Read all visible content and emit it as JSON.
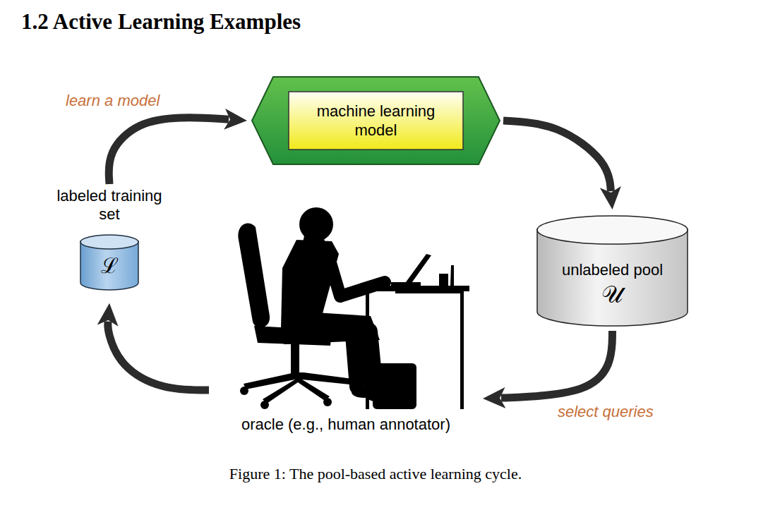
{
  "diagram": {
    "title": "1.2 Active Learning Examples",
    "caption": "Figure 1: The pool-based active learning cycle.",
    "nodes": [
      {
        "text": [
          "machine learning model"
        ]
      },
      {
        "text": [
          "unlabeled pool",
          "𝒰"
        ]
      },
      {
        "text": [
          "oracle (e.g., human annotator)"
        ]
      },
      {
        "text": [
          "labeled training set",
          "ℒ"
        ]
      }
    ],
    "edges": [
      {
        "from": 3,
        "to": 0,
        "label": "learn a model",
        "arrow": "to"
      },
      {
        "from": 0,
        "to": 1,
        "arrow": "to"
      },
      {
        "from": 1,
        "to": 2,
        "label": "select queries",
        "arrow": "to"
      },
      {
        "from": 2,
        "to": 3,
        "arrow": "to"
      }
    ]
  }
}
